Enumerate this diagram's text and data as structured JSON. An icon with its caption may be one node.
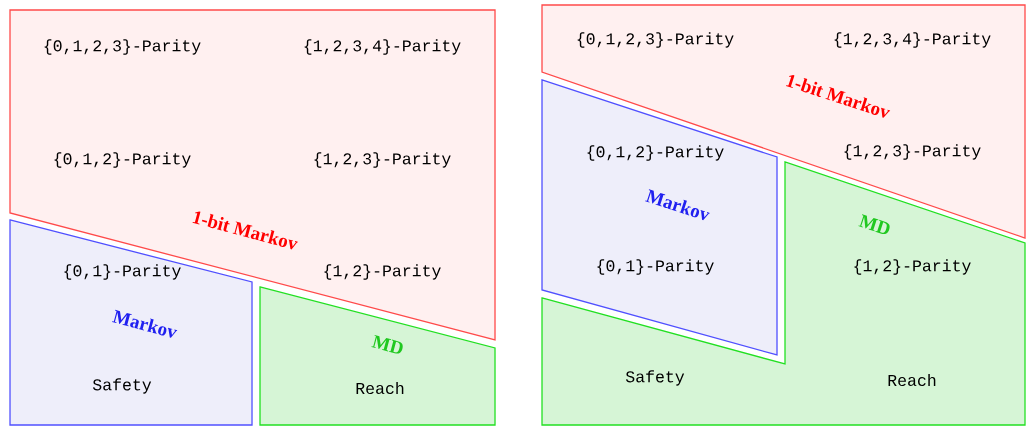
{
  "diagram": {
    "nodes": [
      {
        "text": [
          "{0,1,2,3}-Parity",
          "{1,2,3,4}-Parity",
          "{0,1,2}-Parity",
          "{1,2,3}-Parity",
          "1-bit Markov",
          "{1,2}-Parity"
        ]
      },
      {
        "text": [
          "{0,1}-Parity",
          "Markov",
          "Safety"
        ]
      },
      {
        "text": [
          "MD",
          "Reach"
        ]
      },
      {
        "text": [
          "{0,1,2,3}-Parity",
          "{1,2,3,4}-Parity",
          "1-bit Markov",
          "{1,2,3}-Parity"
        ]
      },
      {
        "text": [
          "{0,1,2}-Parity",
          "Markov",
          "{0,1}-Parity"
        ]
      },
      {
        "text": [
          "MD",
          "{1,2}-Parity",
          "Safety",
          "Reach"
        ]
      }
    ]
  }
}
